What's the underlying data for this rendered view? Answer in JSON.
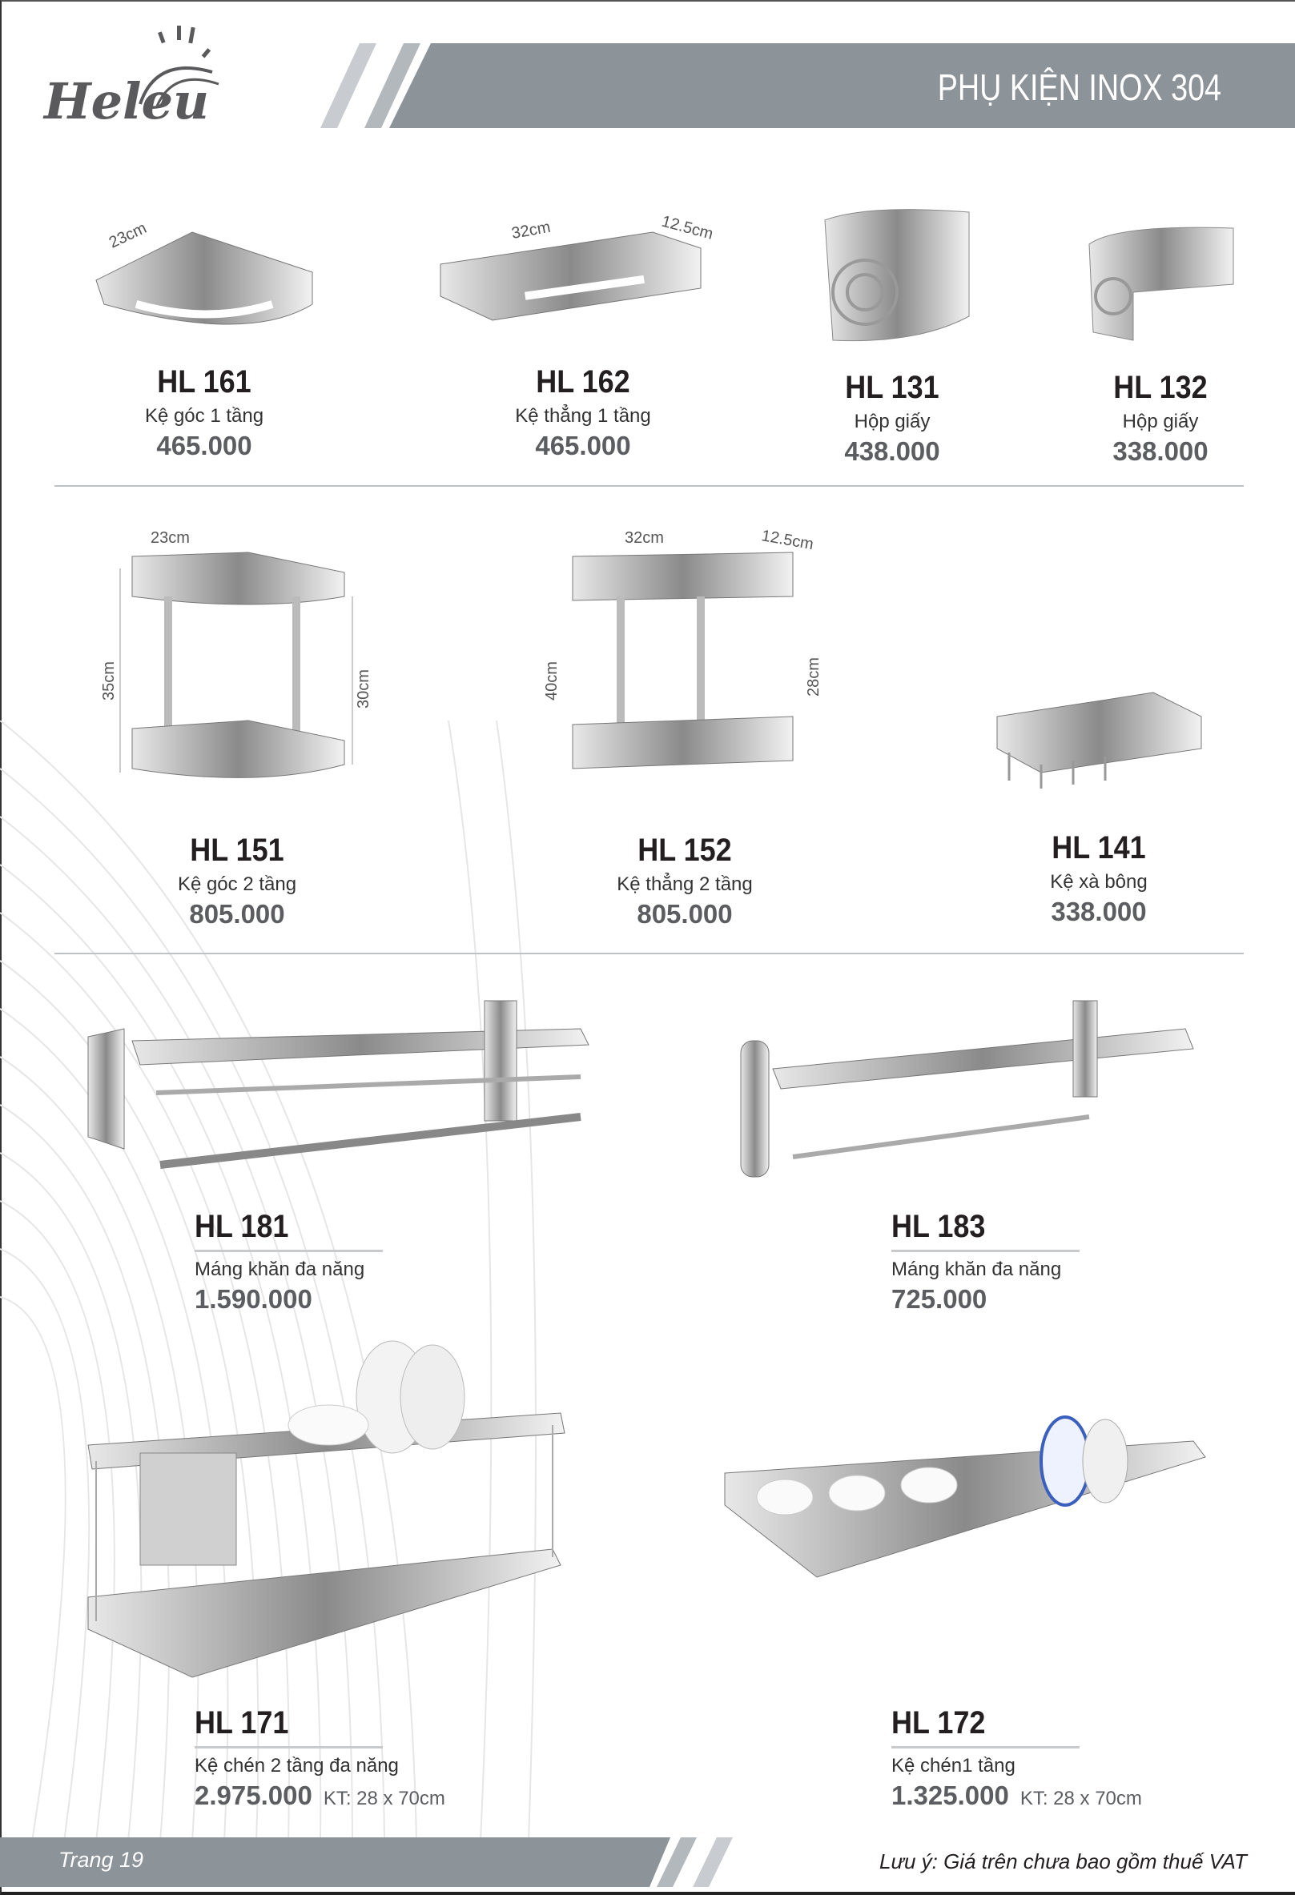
{
  "brand": {
    "logo_text": "Heleu"
  },
  "header": {
    "title": "PHỤ KIỆN INOX 304"
  },
  "colors": {
    "band": "#8c9399",
    "stripe_light": "#c8ccd0",
    "text_dark": "#231f20",
    "price": "#5b5d60"
  },
  "row1": [
    {
      "code": "HL 161",
      "desc": "Kệ góc 1 tầng",
      "price": "465.000",
      "dims": [
        "23cm"
      ]
    },
    {
      "code": "HL 162",
      "desc": "Kệ thẳng 1 tầng",
      "price": "465.000",
      "dims": [
        "32cm",
        "12.5cm"
      ]
    },
    {
      "code": "HL 131",
      "desc": "Hộp giấy",
      "price": "438.000"
    },
    {
      "code": "HL 132",
      "desc": "Hộp giấy",
      "price": "338.000"
    }
  ],
  "row2": [
    {
      "code": "HL 151",
      "desc": "Kệ góc 2 tầng",
      "price": "805.000",
      "dims": [
        "23cm",
        "35cm",
        "30cm"
      ]
    },
    {
      "code": "HL 152",
      "desc": "Kệ thẳng 2 tầng",
      "price": "805.000",
      "dims": [
        "32cm",
        "12.5cm",
        "40cm",
        "28cm"
      ]
    },
    {
      "code": "HL 141",
      "desc": "Kệ xà bông",
      "price": "338.000"
    }
  ],
  "row3": [
    {
      "code": "HL 181",
      "desc": "Máng khăn đa năng",
      "price": "1.590.000"
    },
    {
      "code": "HL 183",
      "desc": "Máng khăn đa năng",
      "price": "725.000"
    }
  ],
  "row4": [
    {
      "code": "HL 171",
      "desc": "Kệ chén 2 tầng đa năng",
      "price": "2.975.000",
      "size": "KT: 28 x 70cm"
    },
    {
      "code": "HL 172",
      "desc": "Kệ chén1 tầng",
      "price": "1.325.000",
      "size": "KT: 28 x 70cm"
    }
  ],
  "footer": {
    "page": "Trang 19",
    "note": "Lưu ý: Giá trên chưa bao gồm thuế VAT"
  }
}
